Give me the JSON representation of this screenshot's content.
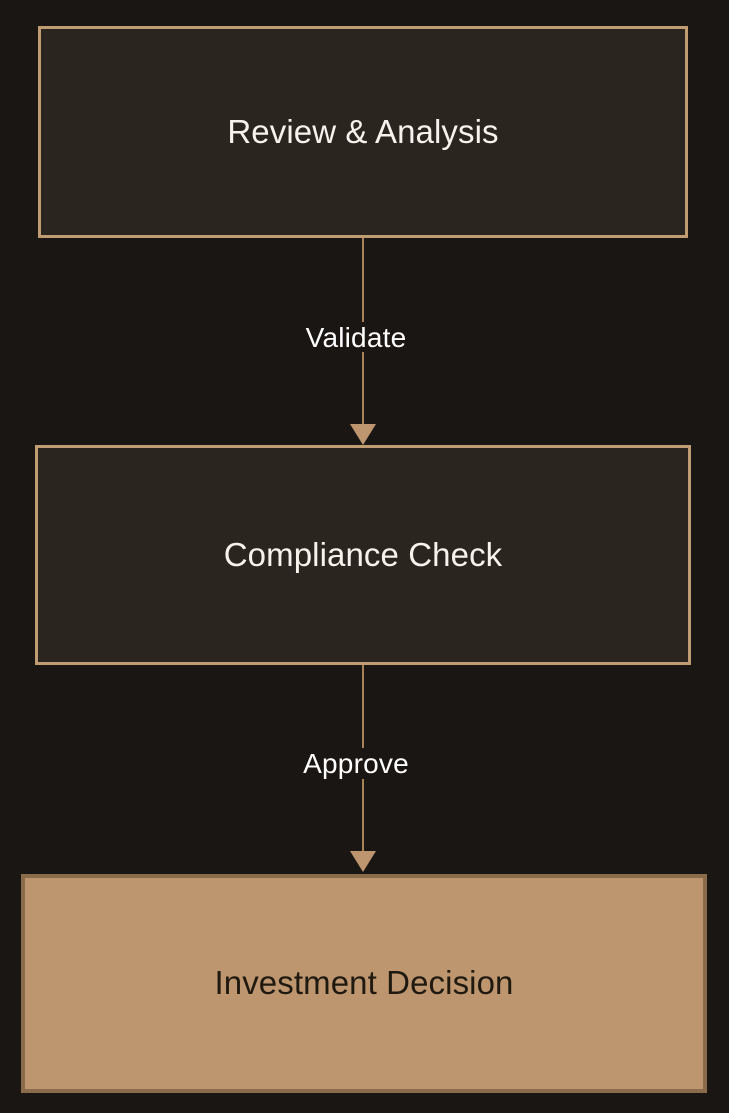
{
  "diagram": {
    "type": "flowchart",
    "direction": "top-to-bottom",
    "background_color": "#1a1613",
    "accent_color": "#bf9c72",
    "nodes": [
      {
        "id": "review",
        "label": "Review & Analysis",
        "fill": "#2b2520",
        "border": "#bf9c72",
        "text_color": "#f7f2ec"
      },
      {
        "id": "compliance",
        "label": "Compliance Check",
        "fill": "#2b2520",
        "border": "#bf9c72",
        "text_color": "#f7f2ec"
      },
      {
        "id": "investment",
        "label": "Investment Decision",
        "fill": "#bd9670",
        "border": "#8a6b4a",
        "text_color": "#20190f"
      }
    ],
    "edges": [
      {
        "id": "edge-review-compliance",
        "from": "review",
        "to": "compliance",
        "label": "Validate",
        "color": "#a9825a",
        "label_color": "#ffffff"
      },
      {
        "id": "edge-compliance-investment",
        "from": "compliance",
        "to": "investment",
        "label": "Approve",
        "color": "#a9825a",
        "label_color": "#ffffff"
      }
    ]
  }
}
